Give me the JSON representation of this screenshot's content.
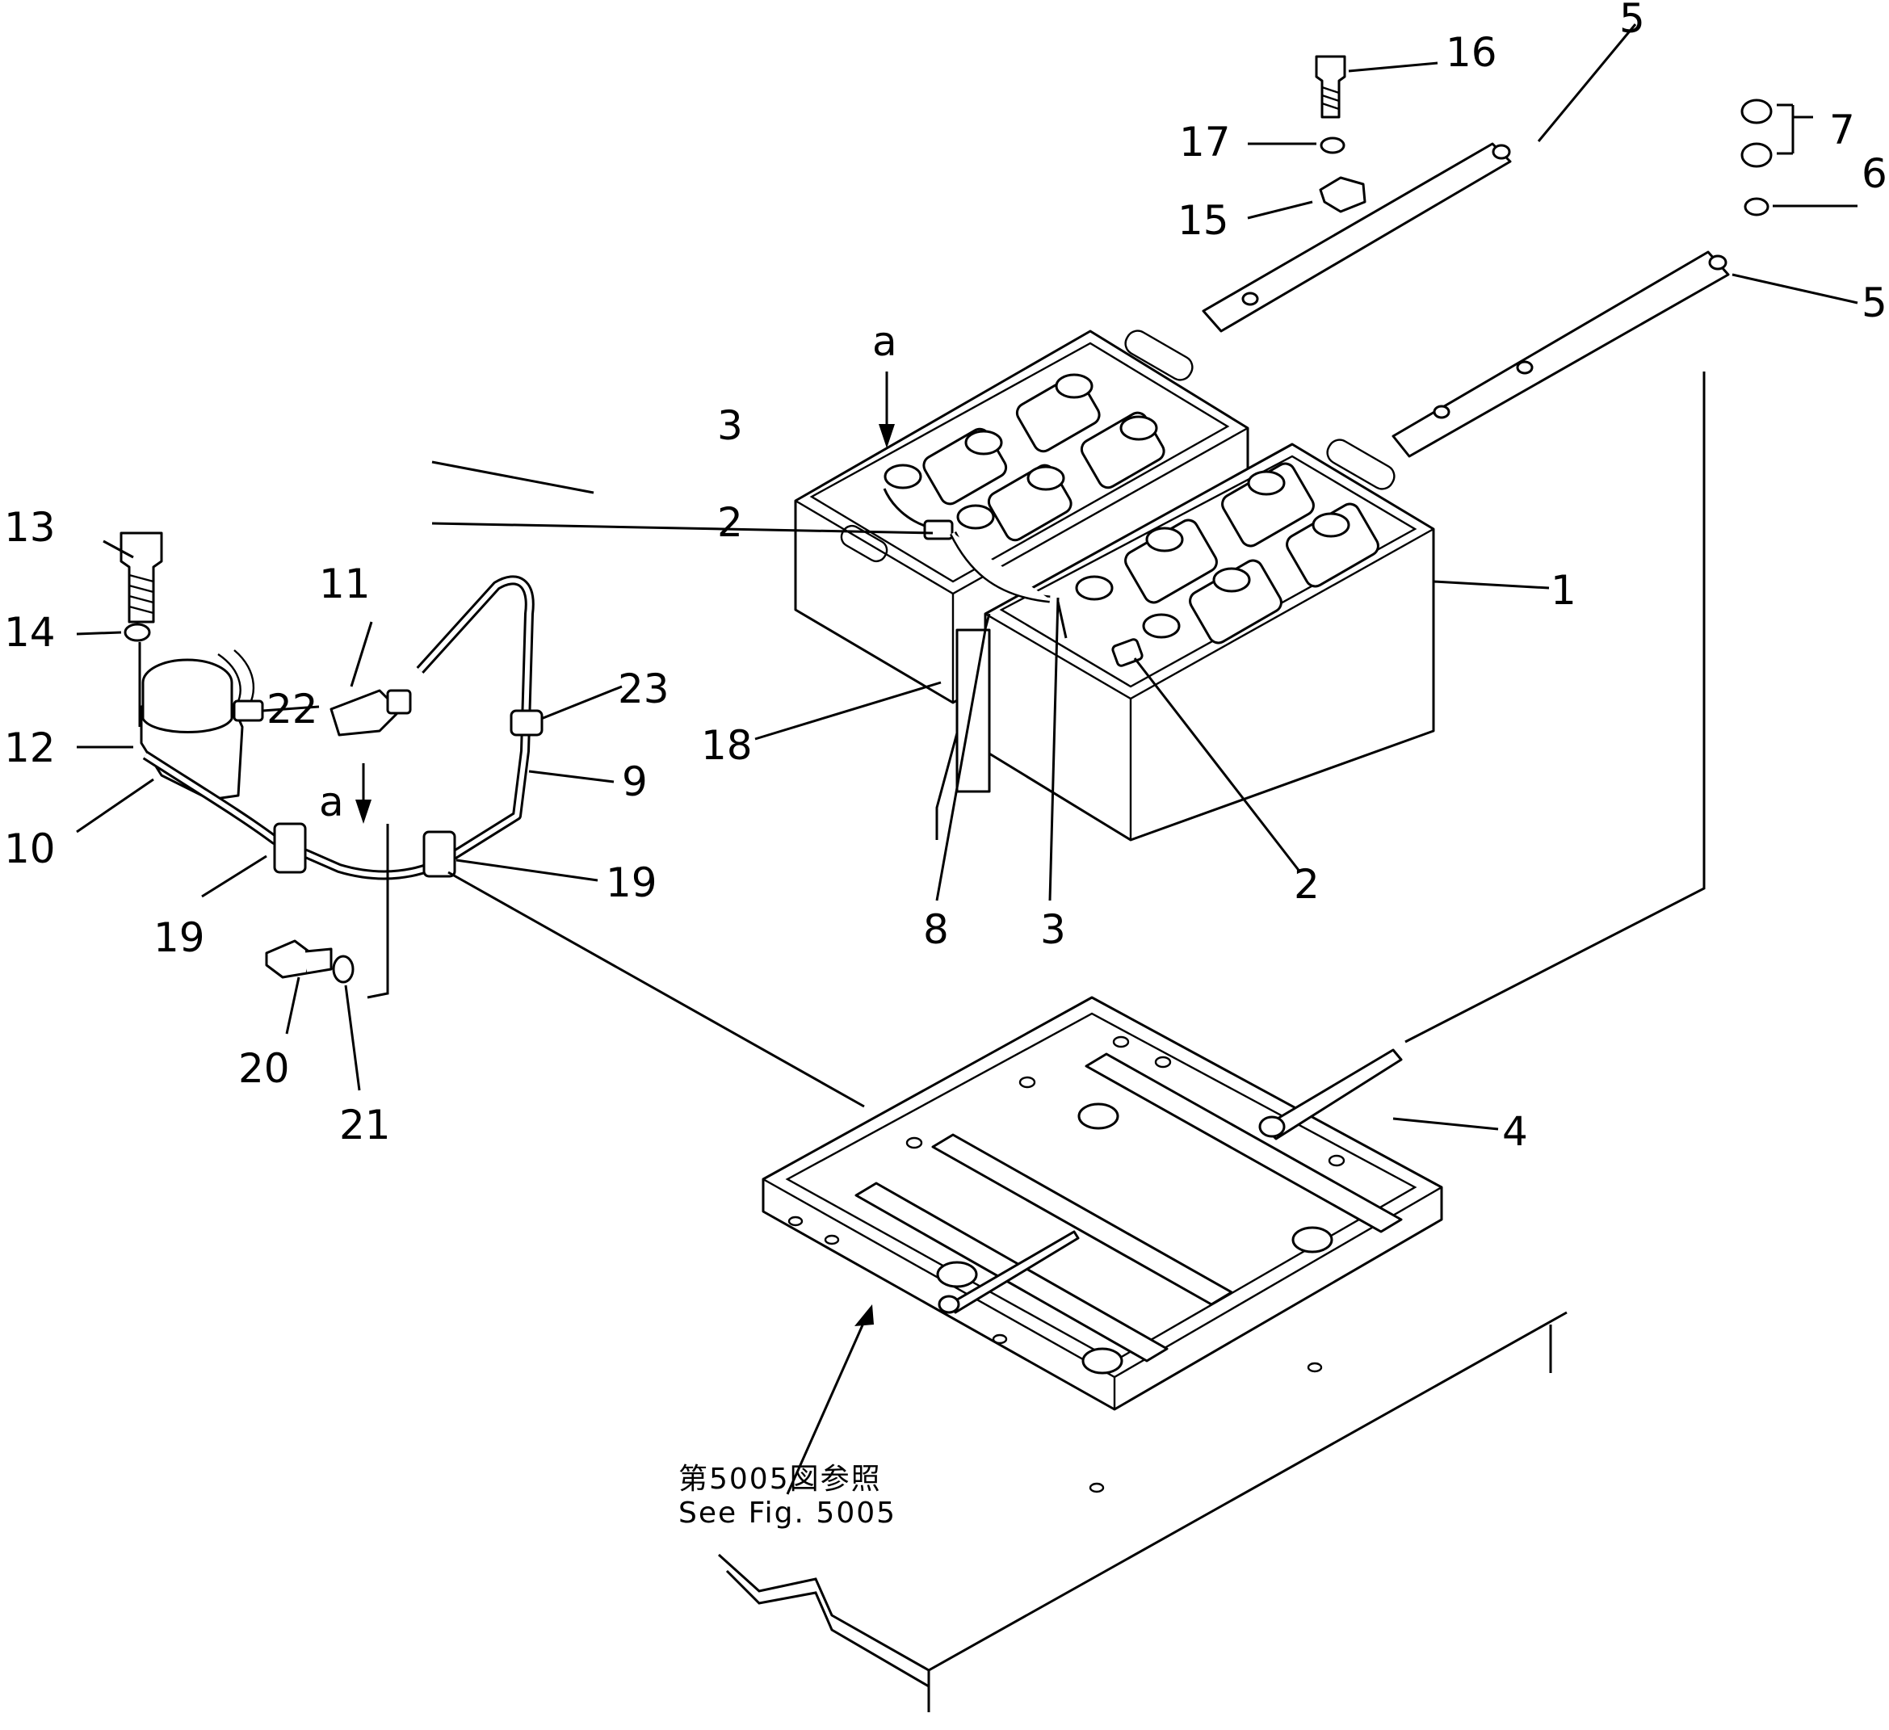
{
  "callouts": {
    "c1": "1",
    "c2a": "2",
    "c2b": "2",
    "c3a": "3",
    "c3b": "3",
    "c4": "4",
    "c5a": "5",
    "c5b": "5",
    "c6": "6",
    "c7": "7",
    "c8": "8",
    "c9": "9",
    "c10": "10",
    "c11": "11",
    "c12": "12",
    "c13": "13",
    "c14": "14",
    "c15": "15",
    "c16": "16",
    "c17": "17",
    "c18": "18",
    "c19a": "19",
    "c19b": "19",
    "c20": "20",
    "c21": "21",
    "c22": "22",
    "c23": "23"
  },
  "view_markers": {
    "a_top": "a",
    "a_left": "a"
  },
  "reference_note": {
    "jp": "第5005図参照",
    "en": "See Fig. 5005"
  }
}
